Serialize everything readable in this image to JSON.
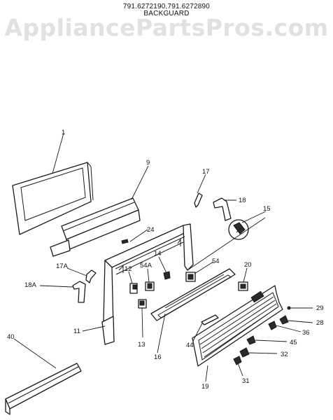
{
  "header": {
    "model_numbers": "791.6272190,791.6272890",
    "section_title": "BACKGUARD",
    "watermark": "AppliancePartsPros.com"
  },
  "callouts": [
    {
      "id": "1",
      "label": "1"
    },
    {
      "id": "9",
      "label": "9"
    },
    {
      "id": "17",
      "label": "17"
    },
    {
      "id": "18",
      "label": "18"
    },
    {
      "id": "15",
      "label": "15"
    },
    {
      "id": "24",
      "label": "24"
    },
    {
      "id": "14",
      "label": "14"
    },
    {
      "id": "17A",
      "label": "17A"
    },
    {
      "id": "12",
      "label": "12"
    },
    {
      "id": "54A",
      "label": "54A"
    },
    {
      "id": "54",
      "label": "54"
    },
    {
      "id": "20",
      "label": "20"
    },
    {
      "id": "18A",
      "label": "18A"
    },
    {
      "id": "29",
      "label": "29"
    },
    {
      "id": "28",
      "label": "28"
    },
    {
      "id": "36",
      "label": "36"
    },
    {
      "id": "11",
      "label": "11"
    },
    {
      "id": "13",
      "label": "13"
    },
    {
      "id": "44",
      "label": "44"
    },
    {
      "id": "45",
      "label": "45"
    },
    {
      "id": "40",
      "label": "40"
    },
    {
      "id": "16",
      "label": "16"
    },
    {
      "id": "32",
      "label": "32"
    },
    {
      "id": "19",
      "label": "19"
    },
    {
      "id": "31",
      "label": "31"
    }
  ]
}
